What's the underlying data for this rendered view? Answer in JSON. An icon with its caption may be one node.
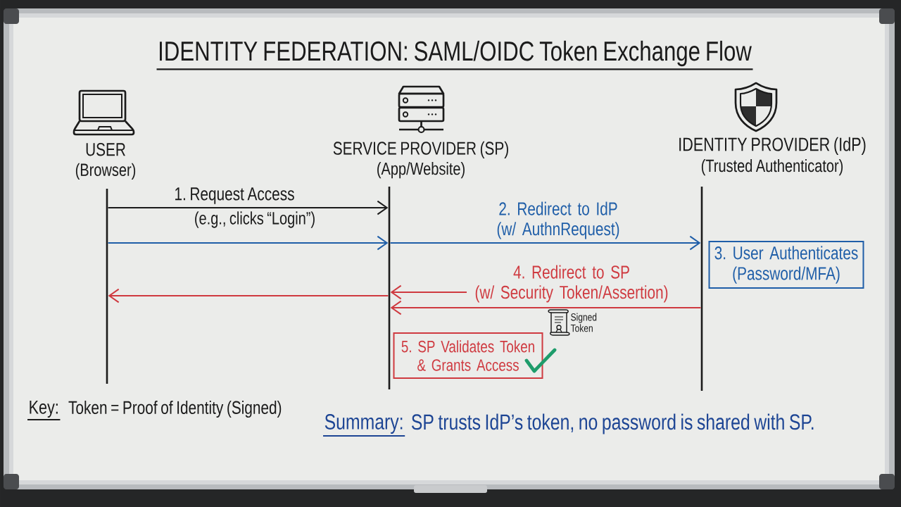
{
  "diagram": {
    "title": "IDENTITY FEDERATION: SAML/OIDC Token Exchange Flow",
    "nodes": [
      {
        "text": [
          "USER",
          "(Browser)"
        ]
      },
      {
        "text": [
          "SERVICE PROVIDER (SP)",
          "(App/Website)"
        ]
      },
      {
        "text": [
          "IDENTITY PROVIDER (IdP)",
          "(Trusted Authenticator)"
        ]
      },
      {
        "text": [],
        "shape": "line"
      },
      {
        "text": [],
        "shape": "line"
      },
      {
        "text": [],
        "shape": "line"
      },
      {
        "text": [
          "3. User Authenticates (Password/MFA)"
        ]
      },
      {
        "text": [
          "5. SP Validates Token & Grants Access"
        ]
      }
    ],
    "edges": [
      {
        "from": 3,
        "to": 4,
        "arrow": "to",
        "label": "1. Request Access",
        "color": "#1b1b1b"
      },
      {
        "from": 3,
        "to": 4,
        "arrow": "to",
        "color": "#1f5ea8"
      },
      {
        "from": 4,
        "to": 5,
        "arrow": "to",
        "label": "2. Redirect to IdP (w/ AuthnRequest)",
        "color": "#1f5ea8"
      },
      {
        "from": 5,
        "to": 4,
        "arrow": "to",
        "label": "4. Redirect to SP (w/ Security Token/Assertion)",
        "color": "#cf3a40"
      },
      {
        "from": null,
        "to": 4,
        "arrow": "to",
        "color": "#cf3a40"
      },
      {
        "from": 4,
        "to": 3,
        "arrow": "to",
        "color": "#cf3a40"
      }
    ],
    "labels": [
      "(e.g., clicks “Login”)",
      "Signed Token",
      "Key:",
      "Token = Proof of Identity (Signed)",
      "Summary:",
      "SP trusts IdP’s token, no password is shared with SP."
    ]
  }
}
